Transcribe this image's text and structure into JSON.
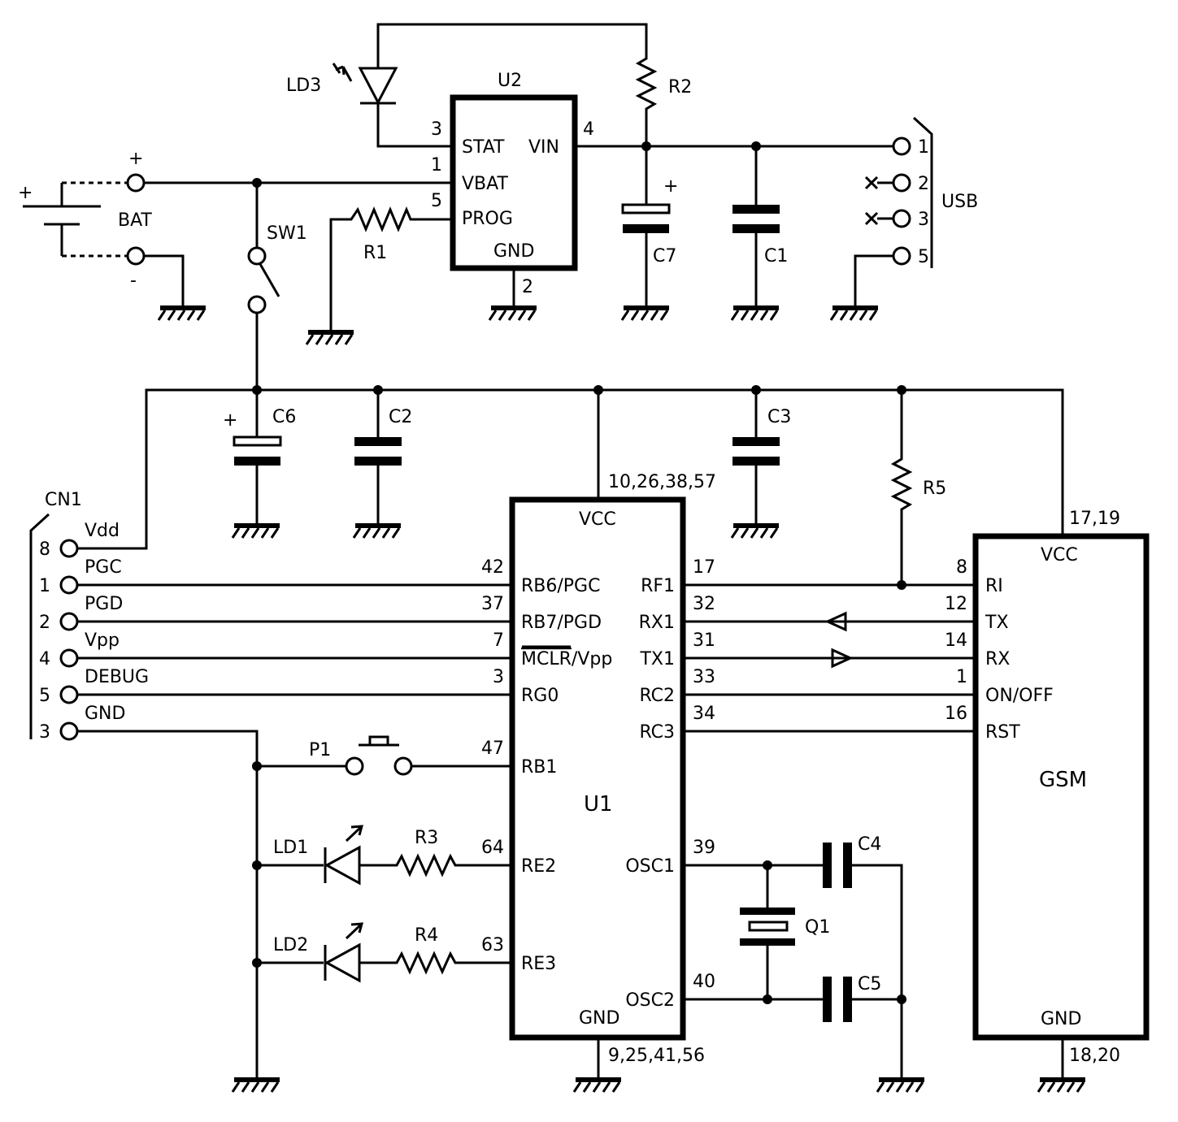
{
  "labels": {
    "u2": "U2",
    "ld3": "LD3",
    "r2": "R2",
    "r1": "R1",
    "bat": "BAT",
    "sw1": "SW1",
    "c7": "C7",
    "c1": "C1",
    "usb": "USB",
    "plus": "+",
    "minus": "-",
    "c6": "C6",
    "c2": "C2",
    "c3": "C3",
    "r5": "R5",
    "cn1": "CN1",
    "u1": "U1",
    "p1": "P1",
    "ld1": "LD1",
    "ld2": "LD2",
    "r3": "R3",
    "r4": "R4",
    "c4": "C4",
    "c5": "C5",
    "q1": "Q1",
    "gsm": "GSM"
  },
  "u2_pins": {
    "stat": "STAT",
    "vin": "VIN",
    "vbat": "VBAT",
    "prog": "PROG",
    "gnd": "GND",
    "n3": "3",
    "n1": "1",
    "n5": "5",
    "n4": "4",
    "n2": "2"
  },
  "usb_pins": [
    "1",
    "2",
    "3",
    "5"
  ],
  "cn1_pins": [
    {
      "num": "8",
      "name": "Vdd"
    },
    {
      "num": "1",
      "name": "PGC"
    },
    {
      "num": "2",
      "name": "PGD"
    },
    {
      "num": "4",
      "name": "Vpp"
    },
    {
      "num": "5",
      "name": "DEBUG"
    },
    {
      "num": "3",
      "name": "GND"
    }
  ],
  "u1_pins": {
    "vcc": "VCC",
    "vcc_nums": "10,26,38,57",
    "gnd": "GND",
    "gnd_nums": "9,25,41,56",
    "left": [
      {
        "num": "42",
        "name": "RB6/PGC"
      },
      {
        "num": "37",
        "name": "RB7/PGD"
      },
      {
        "num": "7",
        "name": "MCLR",
        "suffix": "/Vpp"
      },
      {
        "num": "3",
        "name": "RG0"
      },
      {
        "num": "47",
        "name": "RB1"
      },
      {
        "num": "64",
        "name": "RE2"
      },
      {
        "num": "63",
        "name": "RE3"
      }
    ],
    "right": [
      {
        "num": "17",
        "name": "RF1"
      },
      {
        "num": "32",
        "name": "RX1"
      },
      {
        "num": "31",
        "name": "TX1"
      },
      {
        "num": "33",
        "name": "RC2"
      },
      {
        "num": "34",
        "name": "RC3"
      },
      {
        "num": "39",
        "name": "OSC1"
      },
      {
        "num": "40",
        "name": "OSC2"
      }
    ]
  },
  "gsm_pins": {
    "vcc": "VCC",
    "vcc_nums": "17,19",
    "gnd": "GND",
    "gnd_nums": "18,20",
    "left": [
      {
        "num": "8",
        "name": "RI"
      },
      {
        "num": "12",
        "name": "TX"
      },
      {
        "num": "14",
        "name": "RX"
      },
      {
        "num": "1",
        "name": "ON/OFF"
      },
      {
        "num": "16",
        "name": "RST"
      }
    ]
  }
}
